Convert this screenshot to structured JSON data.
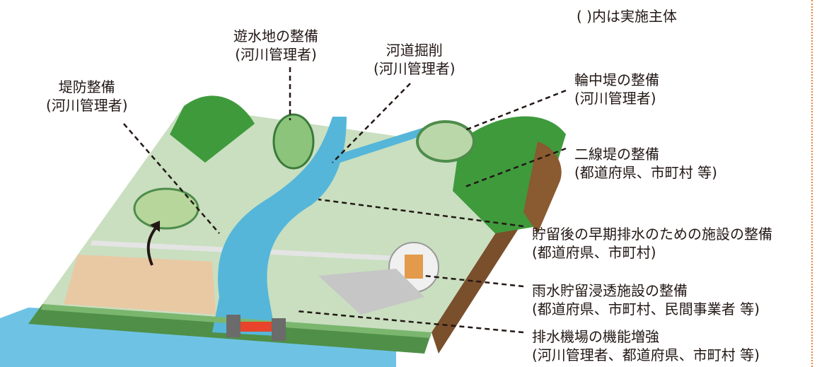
{
  "note": "( )内は実施主体",
  "labels": {
    "yusuichi": {
      "title": "遊水地の整備",
      "owner": "(河川管理者)"
    },
    "kadou": {
      "title": "河道掘削",
      "owner": "(河川管理者)"
    },
    "teibou": {
      "title": "堤防整備",
      "owner": "(河川管理者)"
    },
    "wachu": {
      "title": "輪中堤の整備",
      "owner": "(河川管理者)"
    },
    "nisen": {
      "title": "二線堤の整備",
      "owner": "(都道府県、市町村 等)"
    },
    "choryu": {
      "title": "貯留後の早期排水のための施設の整備",
      "owner": "(都道府県、市町村)"
    },
    "usui": {
      "title": "雨水貯留浸透施設の整備",
      "owner": "(都道府県、市町村、民間事業者 等)"
    },
    "haisui": {
      "title": "排水機場の機能増強",
      "owner": "(河川管理者、都道府県、市町村 等)"
    }
  },
  "colors": {
    "land": "#c9dfc0",
    "river": "#55b6d9",
    "mountain": "#3f9a3c",
    "field": "#e9c9a4",
    "leader": "#231815",
    "accent_dotted": "#e8823a"
  }
}
